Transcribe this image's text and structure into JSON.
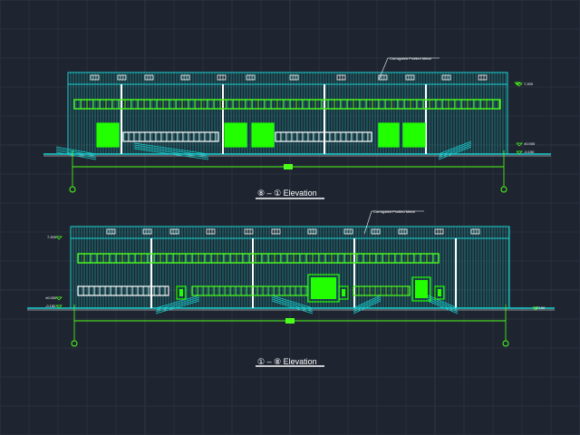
{
  "colors": {
    "background": "#1f2530",
    "grid": "#2b3340",
    "grid_major": "#323b49",
    "wall_lines": "#14b4b4",
    "outline": "#19d2d2",
    "window": "#4cff1a",
    "door": "#22ff00",
    "white": "#ffffff"
  },
  "elevations": [
    {
      "title": "⑧ – ① Elevation",
      "note": "Corrugated Profiled Metal",
      "levels": [
        {
          "value": "7.200",
          "side": "right"
        },
        {
          "value": "±0.000",
          "side": "right"
        },
        {
          "value": "-0.150",
          "side": "right"
        }
      ]
    },
    {
      "title": "① – ⑧ Elevation",
      "note": "Corrugated Profiled Metal",
      "levels": [
        {
          "value": "7.200",
          "side": "left"
        },
        {
          "value": "±0.000",
          "side": "left"
        },
        {
          "value": "-0.150",
          "side": "left"
        },
        {
          "value": "-0.150",
          "side": "right"
        }
      ]
    }
  ]
}
